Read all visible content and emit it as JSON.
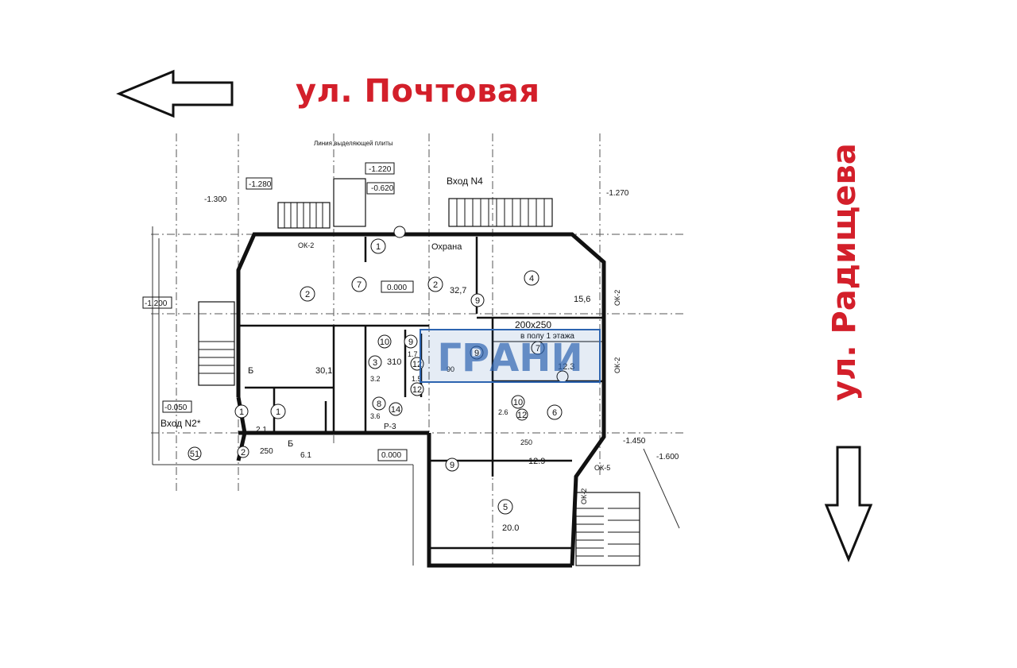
{
  "streets": {
    "top": "ул. Почтовая",
    "right": "ул. Радищева"
  },
  "plan": {
    "header_note": "Линия выделяющей плиты",
    "entrance_4": "Вход N4",
    "entrance_2": "Вход N2*",
    "security": "Охрана",
    "opening": "200x250",
    "floor_note": "в полу 1 этажа",
    "section_b": "Б",
    "p3": "Р-3",
    "levels": [
      "-1.300",
      "-1.280",
      "-1.220",
      "-0.620",
      "-1.270",
      "-1.200",
      "-0.050",
      "-1.450",
      "-1.600",
      "0.000",
      "0.000"
    ],
    "windows": [
      "ОК-2",
      "ОК-2",
      "ОК-2",
      "ОК-5",
      "ОК-2"
    ],
    "rooms": [
      {
        "no": "1"
      },
      {
        "no": "2"
      },
      {
        "no": "7"
      },
      {
        "no": "2"
      },
      {
        "no": "4"
      },
      {
        "no": "9"
      },
      {
        "no": "10"
      },
      {
        "no": "9"
      },
      {
        "no": "12"
      },
      {
        "no": "12"
      },
      {
        "no": "3"
      },
      {
        "no": "8"
      },
      {
        "no": "7"
      },
      {
        "no": "9"
      },
      {
        "no": "10"
      },
      {
        "no": "12"
      },
      {
        "no": "6"
      },
      {
        "no": "1"
      },
      {
        "no": "1"
      },
      {
        "no": "14"
      },
      {
        "no": "51"
      },
      {
        "no": "2"
      },
      {
        "no": "9"
      },
      {
        "no": "5"
      }
    ],
    "areas": [
      "32,7",
      "15,6",
      "30,1",
      "310",
      "1.7",
      "1.5",
      "3.2",
      "3.6",
      "12.3",
      "2.6",
      "12.9",
      "2.1",
      "6.1",
      "20.0",
      "250",
      "250",
      "90"
    ],
    "logo_text": "ГРАНИ"
  },
  "colors": {
    "street_red": "#d31f2a",
    "logo_blue": "#2d64b0"
  }
}
